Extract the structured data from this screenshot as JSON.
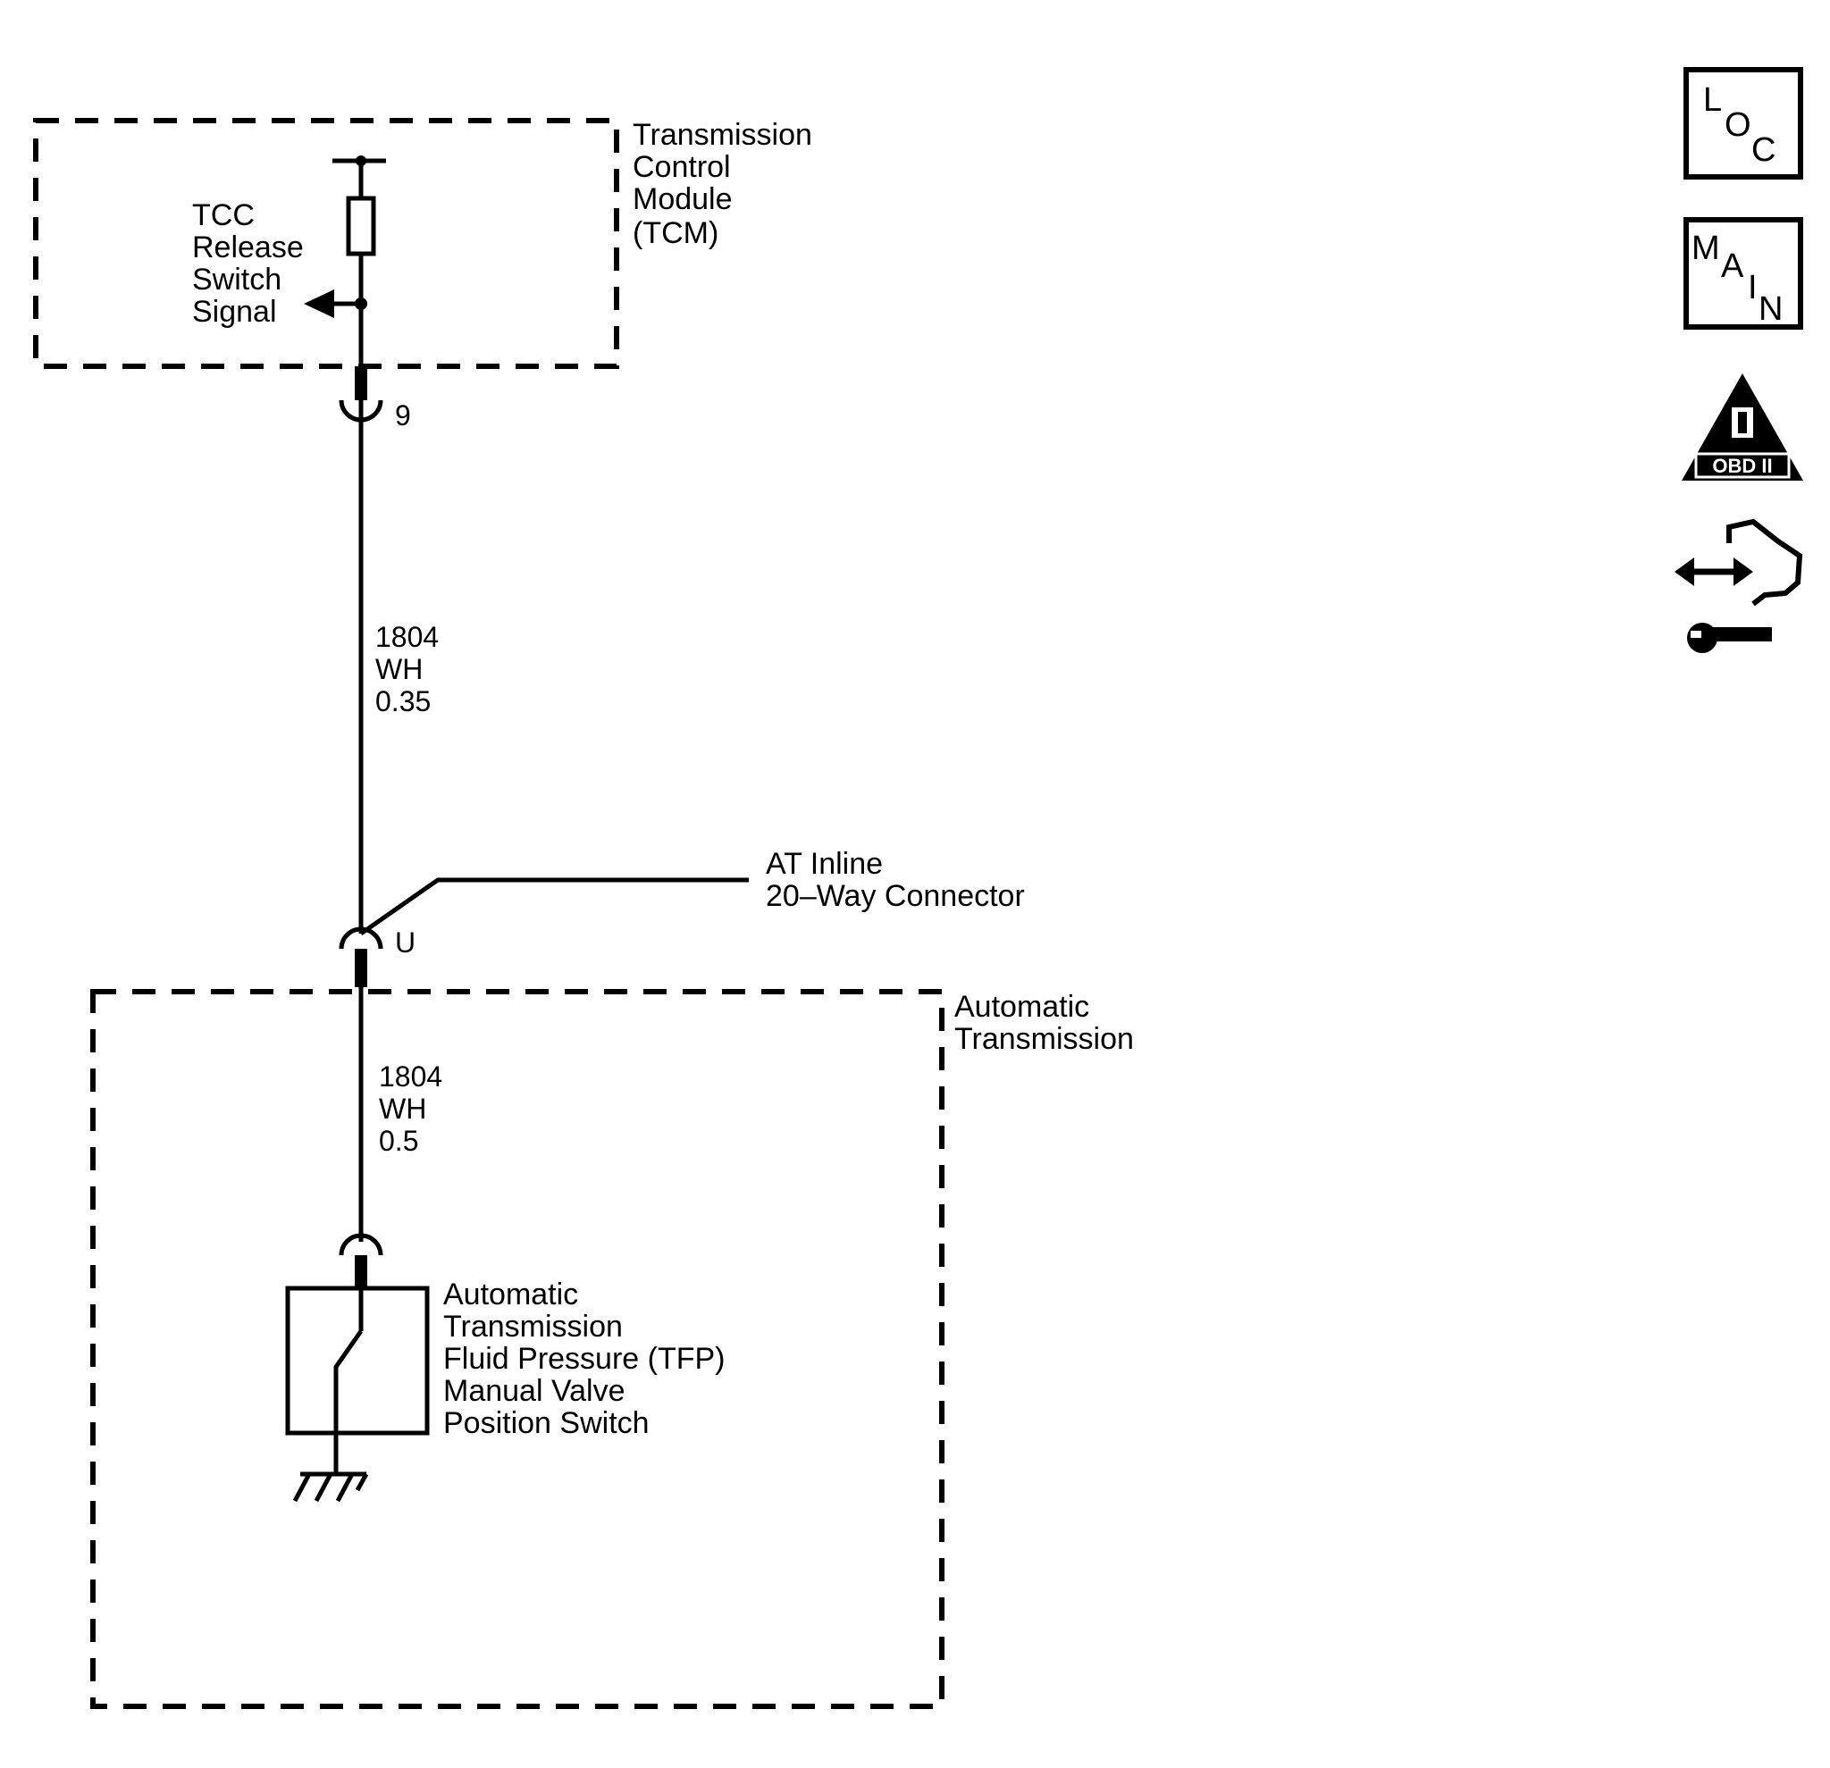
{
  "tcm": {
    "name_lines": [
      "Transmission",
      "Control",
      "Module",
      "(TCM)"
    ],
    "signal_lines": [
      "TCC",
      "Release",
      "Switch",
      "Signal"
    ],
    "pin": "9"
  },
  "wire_upper": {
    "circuit": "1804",
    "color": "WH",
    "gauge": "0.35"
  },
  "inline_connector": {
    "name_lines": [
      "AT Inline",
      "20–Way Connector"
    ],
    "pin": "U"
  },
  "transmission": {
    "name_lines": [
      "Automatic",
      "Transmission"
    ]
  },
  "wire_lower": {
    "circuit": "1804",
    "color": "WH",
    "gauge": "0.5"
  },
  "switch": {
    "name_lines": [
      "Automatic",
      "Transmission",
      "Fluid Pressure (TFP)",
      "Manual Valve",
      "Position Switch"
    ]
  },
  "nav_icons": {
    "loc": [
      "L",
      "O",
      "C"
    ],
    "main": [
      "M",
      "A",
      "I",
      "N"
    ],
    "obd": "OBD II"
  }
}
